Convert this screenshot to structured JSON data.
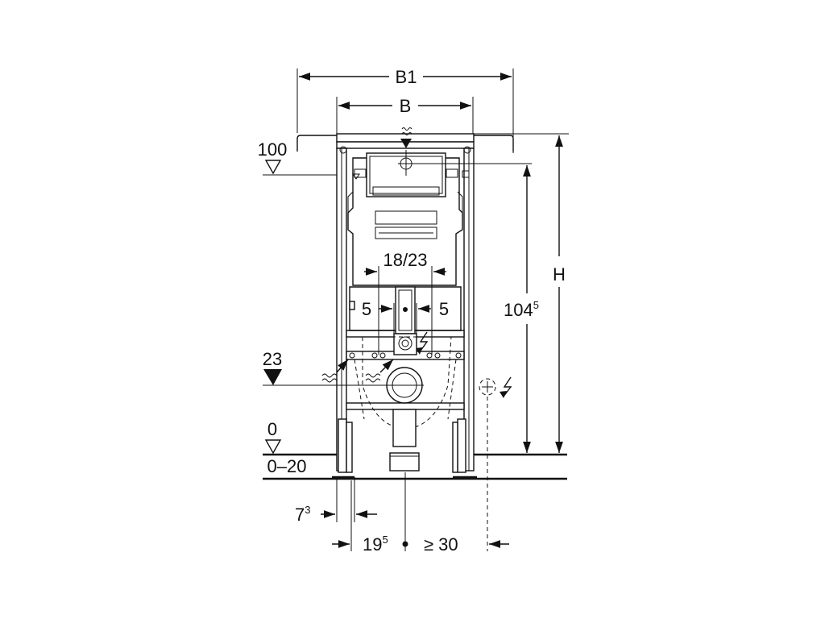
{
  "labels": {
    "b1": "B1",
    "b": "B",
    "h": "H",
    "height_total_base": "104",
    "height_total_sup": "5",
    "pipe_range": "18/23",
    "offset_left": "5",
    "offset_right": "5",
    "level_top": "100",
    "level_supply": "23",
    "level_floor": "0",
    "floor_range": "0–20",
    "foot_offset_base": "7",
    "foot_offset_sup": "3",
    "axis_offset_base": "19",
    "axis_offset_sup": "5",
    "min_distance": "≥ 30"
  },
  "symbols": {
    "water_supply": "wavy-lines-icon",
    "electric": "lightning-icon",
    "level_marker": "triangle-level-icon"
  }
}
